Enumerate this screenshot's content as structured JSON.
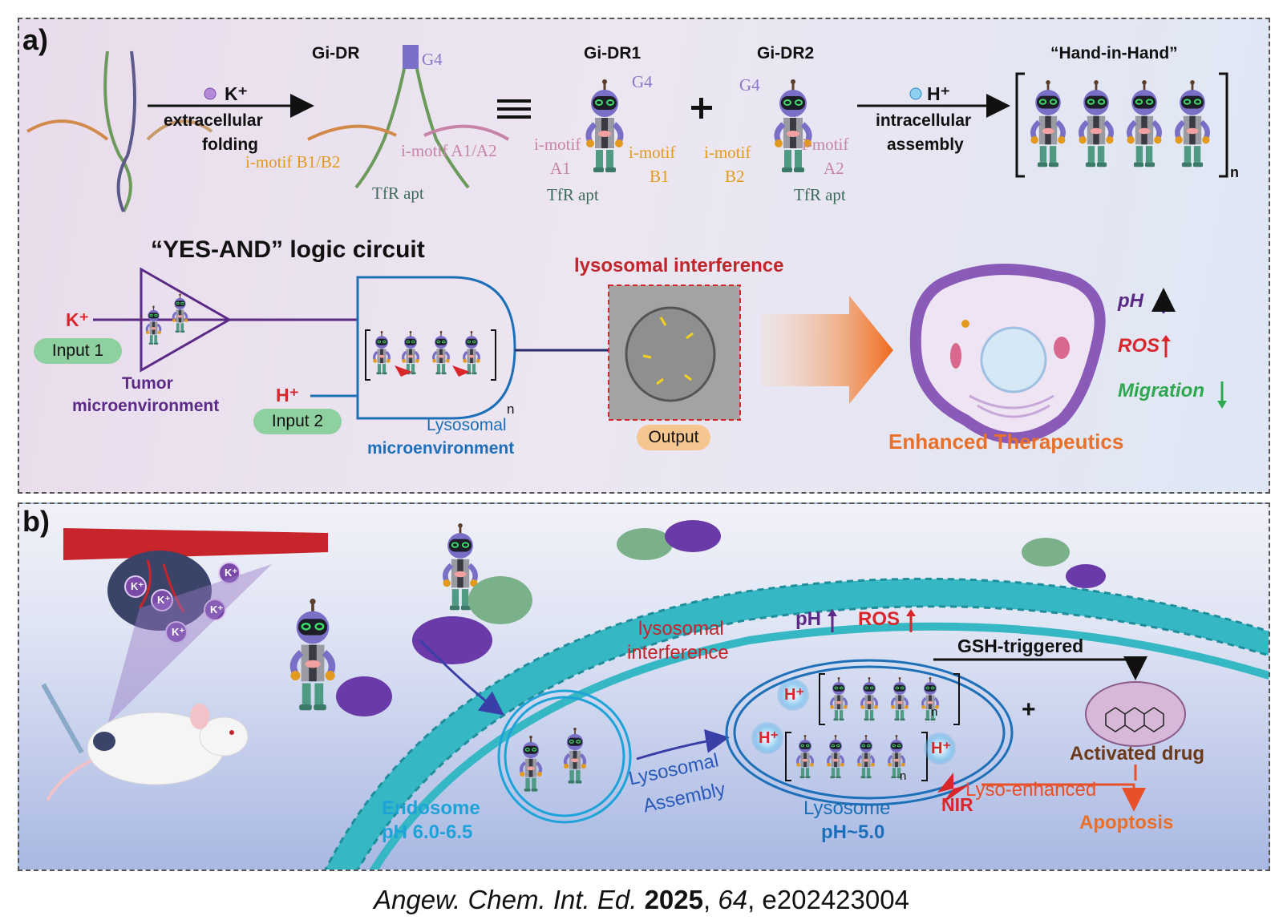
{
  "panel_a": {
    "letter": "a)",
    "gi_dr": "Gi-DR",
    "g4": "G4",
    "k_plus": "K⁺",
    "extracellular_folding": [
      "extracellular",
      "folding"
    ],
    "i_motif_b1b2": "i-motif B1/B2",
    "i_motif_a1a2": "i-motif A1/A2",
    "tfr_apt": "TfR apt",
    "gi_dr1": "Gi-DR1",
    "gi_dr2": "Gi-DR2",
    "dr1_g4": "G4",
    "dr2_g4": "G4",
    "i_motif": "i-motif",
    "a1": "A1",
    "b1": "B1",
    "b2": "B2",
    "a2": "A2",
    "h_plus": "H⁺",
    "intracellular_assembly": [
      "intracellular",
      "assembly"
    ],
    "hand_in_hand": "“Hand-in-Hand”",
    "subscript_n": "n",
    "logic_title": "“YES-AND” logic circuit",
    "k_input": "K⁺",
    "input1": "Input 1",
    "tumor_micro": [
      "Tumor",
      "microenvironment"
    ],
    "h_input": "H⁺",
    "input2": "Input 2",
    "lysosomal_micro": [
      "Lysosomal",
      "microenvironment"
    ],
    "lysosomal_interference": "lysosomal interference",
    "output": "Output",
    "ph": "pH",
    "ros": "ROS",
    "migration": "Migration",
    "enhanced": "Enhanced Therapeutics"
  },
  "panel_b": {
    "letter": "b)",
    "k_ion": "K⁺",
    "lyso_interference": [
      "lysosomal",
      "interference"
    ],
    "ph": "pH",
    "ros": "ROS",
    "gsh": "GSH-triggered",
    "plus": "+",
    "h_ion": "H⁺",
    "activated_drug": "Activated drug",
    "lyso_enhanced": "Lyso-enhanced",
    "apoptosis": "Apoptosis",
    "nir": "NIR",
    "endosome": [
      "Endosome",
      "pH 6.0-6.5"
    ],
    "lyso_assembly": [
      "Lysosomal",
      "Assembly"
    ],
    "lysosome": [
      "Lysosome",
      "pH~5.0"
    ]
  },
  "citation": {
    "journal": "Angew. Chem. Int. Ed.",
    "year": "2025",
    "volume": "64",
    "article": "e202423004"
  },
  "colors": {
    "purple": "#5b2a86",
    "red": "#d8262b",
    "green": "#2ea84f",
    "orange": "#e8702a",
    "blue": "#1d6fb8",
    "dark_green": "#3d6b5b",
    "pink": "#c784a8",
    "gold": "#e39a1c",
    "cyan": "#1ea3d8"
  }
}
